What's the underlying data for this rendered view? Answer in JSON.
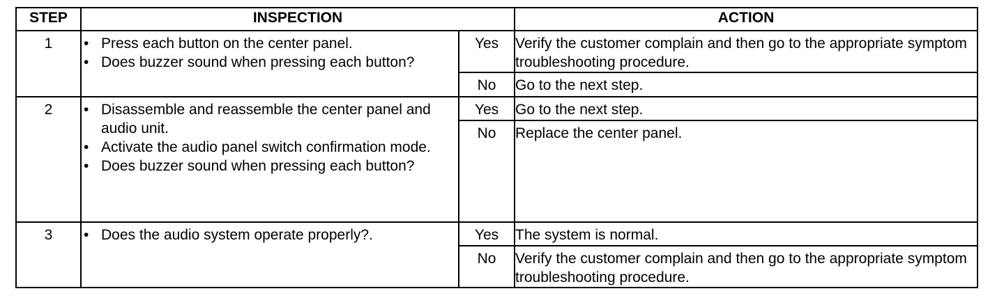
{
  "headers": {
    "step": "STEP",
    "inspection": "INSPECTION",
    "action": "ACTION"
  },
  "steps": [
    {
      "number": "1",
      "inspection": [
        "Press each button on the center panel.",
        "Does buzzer sound when pressing each button?"
      ],
      "yes": {
        "label": "Yes",
        "action": "Verify the customer complain and then go to the appropriate symptom troubleshooting procedure."
      },
      "no": {
        "label": "No",
        "action": "Go to the next step."
      }
    },
    {
      "number": "2",
      "inspection": [
        "Disassemble and reassemble the center panel and audio unit.",
        "Activate the audio panel switch confirmation mode.",
        "Does buzzer sound when pressing each button?"
      ],
      "yes": {
        "label": "Yes",
        "action": "Go to the next step."
      },
      "no": {
        "label": "No",
        "action": "Replace the center panel."
      }
    },
    {
      "number": "3",
      "inspection": [
        "Does the audio system operate properly?."
      ],
      "yes": {
        "label": "Yes",
        "action": "The system is normal."
      },
      "no": {
        "label": "No",
        "action": "Verify the customer complain and then go to the appropriate symptom troubleshooting procedure."
      }
    }
  ]
}
